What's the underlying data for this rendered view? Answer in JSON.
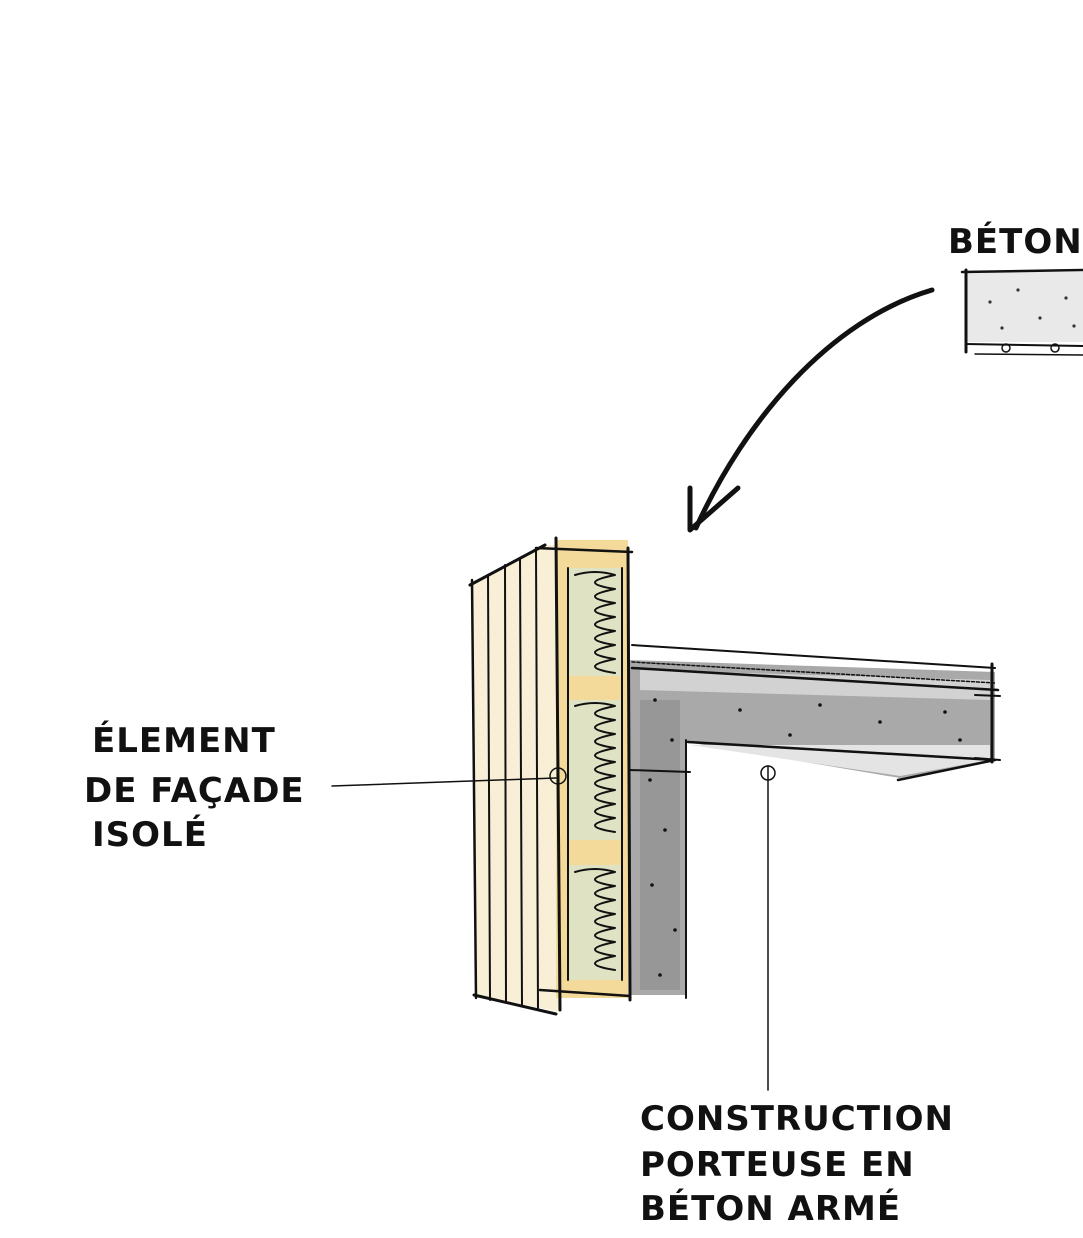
{
  "labels": {
    "beton": "BÉTON",
    "facade_line1": "ÉLEMENT",
    "facade_line2": "DE FAÇADE",
    "facade_line3": "ISOLÉ",
    "structure_line1": "CONSTRUCTION",
    "structure_line2": "PORTEUSE EN",
    "structure_line3": "BÉTON ARMÉ"
  },
  "colors": {
    "wood": "#f6e3b4",
    "insulation": "#dfe3c4",
    "concrete": "#9a9a9a",
    "concrete_light": "#c9c9c9",
    "ink": "#111111"
  }
}
